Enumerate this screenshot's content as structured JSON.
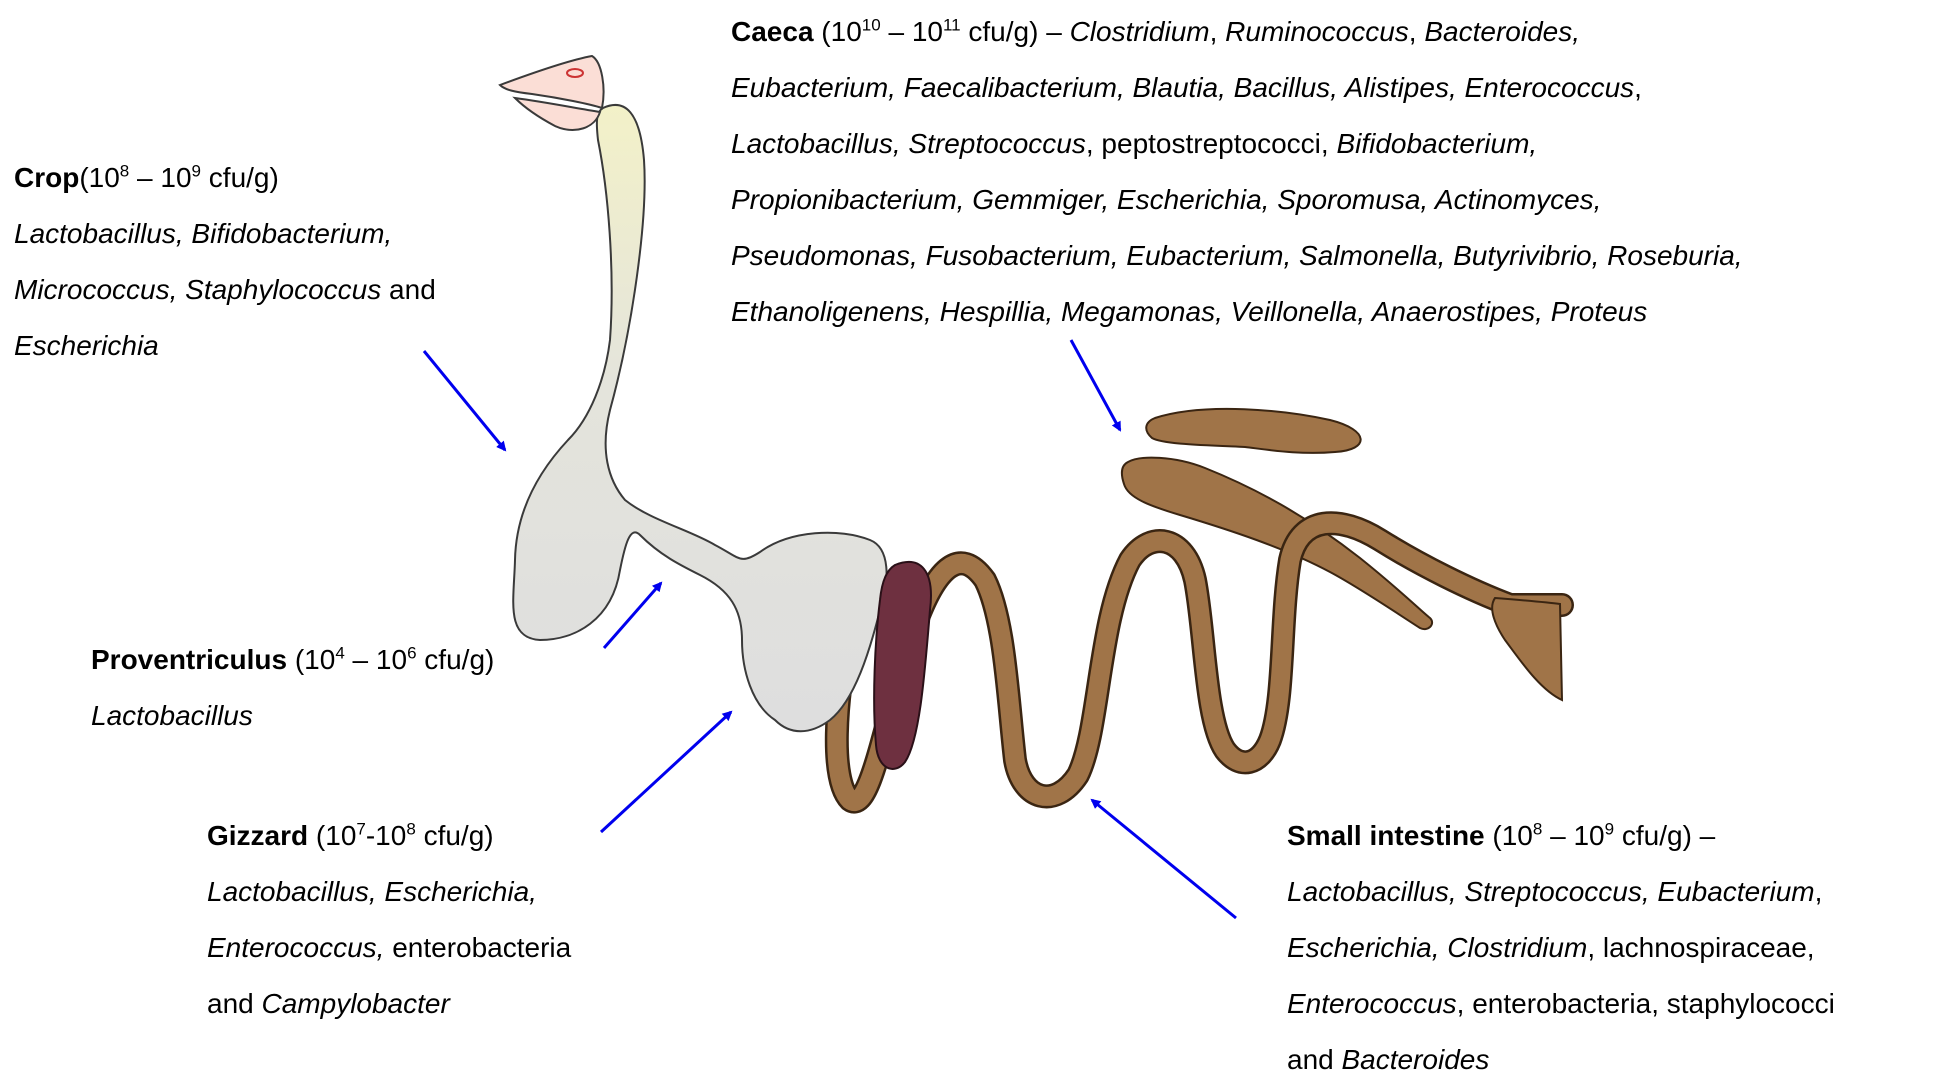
{
  "colors": {
    "arrow": "#0000ee",
    "intestine": "#a07448",
    "spleen": "#6e3040",
    "gut_grey": "#dedede",
    "esophagus": "#f3f1c8",
    "beak": "#fbded6"
  },
  "crop": {
    "name": "Crop",
    "count_pre": "(10",
    "exp_a": "8",
    "count_mid": " – 10",
    "exp_b": "9",
    "count_post": " cfu/g)",
    "l2_a": "Lactobacillus, Bifidobacterium,",
    "l3_a": "Micrococcus, Staphylococcus",
    "l3_b": " and",
    "l4_a": "Escherichia"
  },
  "proventriculus": {
    "name": "Proventriculus",
    "count_pre": " (10",
    "exp_a": "4",
    "count_mid": " – 10",
    "exp_b": "6",
    "count_post": " cfu/g)",
    "l2_a": "Lactobacillus"
  },
  "gizzard": {
    "name": "Gizzard",
    "count_pre": " (10",
    "exp_a": "7",
    "count_mid": "-10",
    "exp_b": "8",
    "count_post": " cfu/g)",
    "l2_a": "Lactobacillus, Escherichia,",
    "l3_a": "Enterococcus,",
    "l3_b": " enterobacteria",
    "l4_a": "and ",
    "l4_b": "Campylobacter"
  },
  "caeca": {
    "name": "Caeca",
    "count_pre": " (10",
    "exp_a": "10",
    "count_mid": " – 10",
    "exp_b": "11",
    "count_post": " cfu/g)  – ",
    "l1_c": "Clostridium",
    "l1_d": ",  ",
    "l1_e": "Ruminococcus",
    "l1_f": ", ",
    "l1_g": "Bacteroides,",
    "l2_a": "Eubacterium, Faecalibacterium, Blautia, Bacillus,  Alistipes, Enterococcus",
    "l2_b": ",",
    "l3_a": "Lactobacillus, Streptococcus",
    "l3_b": ", peptostreptococci, ",
    "l3_c": "Bifidobacterium,",
    "l4_a": "Propionibacterium, Gemmiger, Escherichia, Sporomusa, Actinomyces,",
    "l5_a": "Pseudomonas, Fusobacterium, Eubacterium, Salmonella, Butyrivibrio, Roseburia,",
    "l6_a": "Ethanoligenens, Hespillia, Megamonas, Veillonella, Anaerostipes, Proteus"
  },
  "small_intestine": {
    "name": "Small intestine",
    "count_pre": " (10",
    "exp_a": "8",
    "count_mid": " – 10",
    "exp_b": "9",
    "count_post": " cfu/g) –",
    "l2_a": "Lactobacillus, Streptococcus, Eubacterium",
    "l2_b": ",",
    "l3_a": "Escherichia, Clostridium",
    "l3_b": ", lachnospiraceae,",
    "l4_a": "Enterococcus",
    "l4_b": ",  enterobacteria,  staphylococci",
    "l5_a": "and ",
    "l5_b": "Bacteroides"
  }
}
